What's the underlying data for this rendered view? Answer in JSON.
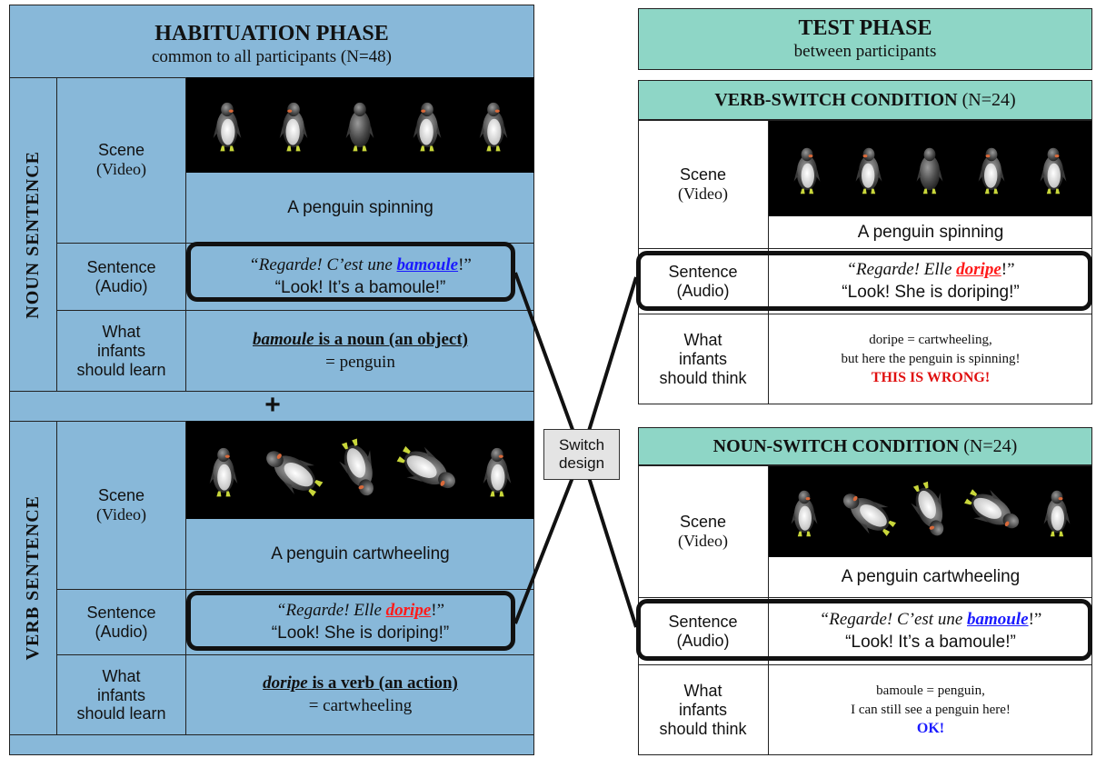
{
  "habituation": {
    "title": "HABITUATION PHASE",
    "subtitle": "common to all participants (N=48)",
    "noun_block": {
      "side_label": "NOUN SENTENCE",
      "scene_label_1": "Scene",
      "scene_label_2": "(Video)",
      "scene_caption": "A penguin spinning",
      "sentence_label_1": "Sentence",
      "sentence_label_2": "(Audio)",
      "sentence_fr_a": "“Regarde! C’est une ",
      "sentence_fr_word": "bamoule",
      "sentence_fr_b": "!”",
      "sentence_en": "“Look! It’s a bamoule!”",
      "learn_label_1": "What",
      "learn_label_2": "infants",
      "learn_label_3": "should learn",
      "learn_word": "bamoule",
      "learn_rest": " is a noun (an object)",
      "learn_line2": "= penguin"
    },
    "plus": "+",
    "verb_block": {
      "side_label": "VERB SENTENCE",
      "scene_label_1": "Scene",
      "scene_label_2": "(Video)",
      "scene_caption": "A penguin cartwheeling",
      "sentence_label_1": "Sentence",
      "sentence_label_2": "(Audio)",
      "sentence_fr_a": "“Regarde! Elle ",
      "sentence_fr_word": "doripe",
      "sentence_fr_b": "!”",
      "sentence_en": "“Look! She is doriping!”",
      "learn_label_1": "What",
      "learn_label_2": "infants",
      "learn_label_3": "should learn",
      "learn_word": "doripe",
      "learn_rest": " is a verb (an action)",
      "learn_line2": "= cartwheeling"
    }
  },
  "switch": {
    "line1": "Switch",
    "line2": "design"
  },
  "test": {
    "title": "TEST PHASE",
    "subtitle": "between participants",
    "verb_switch": {
      "title_bold": "VERB-SWITCH CONDITION",
      "title_n": " (N=24)",
      "scene_label_1": "Scene",
      "scene_label_2": "(Video)",
      "scene_caption": "A penguin spinning",
      "sentence_label_1": "Sentence",
      "sentence_label_2": "(Audio)",
      "sentence_fr_a": "“Regarde! Elle ",
      "sentence_fr_word": "doripe",
      "sentence_fr_b": "!”",
      "sentence_en": "“Look! She is doriping!”",
      "think_label_1": "What",
      "think_label_2": "infants",
      "think_label_3": "should think",
      "think_line1": "doripe = cartwheeling,",
      "think_line2": "but here the penguin is spinning!",
      "think_line3": "THIS IS WRONG!"
    },
    "noun_switch": {
      "title_bold": "NOUN-SWITCH CONDITION",
      "title_n": " (N=24)",
      "scene_label_1": "Scene",
      "scene_label_2": "(Video)",
      "scene_caption": "A penguin cartwheeling",
      "sentence_label_1": "Sentence",
      "sentence_label_2": "(Audio)",
      "sentence_fr_a": "“Regarde! C’est une ",
      "sentence_fr_word": "bamoule",
      "sentence_fr_b": "!”",
      "sentence_en": "“Look! It’s a bamoule!”",
      "think_label_1": "What",
      "think_label_2": "infants",
      "think_label_3": "should think",
      "think_line1": "bamoule = penguin,",
      "think_line2": "I can still see a penguin here!",
      "think_line3": "OK!"
    }
  },
  "colors": {
    "habituation_bg": "#88b8d9",
    "test_header_bg": "#8ed6c6",
    "noun_word": "#1a1aff",
    "verb_word": "#ff1a1a"
  }
}
